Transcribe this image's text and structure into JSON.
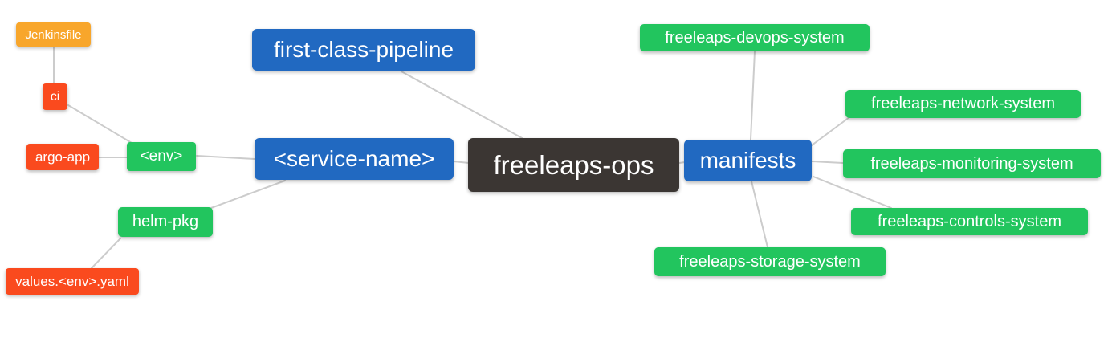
{
  "diagram": {
    "type": "mindmap",
    "root_label": "freeleaps-ops"
  },
  "palette": {
    "blue": "#2169c1",
    "green": "#22c55e",
    "red": "#fa4a1e",
    "orange": "#f8a62b",
    "dark": "#3b3633",
    "edge": "#cccccc",
    "text": "#ffffff",
    "background": "#ffffff"
  },
  "nodes": {
    "freeleaps_ops": {
      "label": "freeleaps-ops"
    },
    "first_class_pipeline": {
      "label": "first-class-pipeline"
    },
    "service_name": {
      "label": "<service-name>"
    },
    "manifests": {
      "label": "manifests"
    },
    "env": {
      "label": "<env>"
    },
    "helm_pkg": {
      "label": "helm-pkg"
    },
    "ci": {
      "label": "ci"
    },
    "argo_app": {
      "label": "argo-app"
    },
    "jenkinsfile": {
      "label": "Jenkinsfile"
    },
    "values_env_yaml": {
      "label": "values.<env>.yaml"
    },
    "devops_system": {
      "label": "freeleaps-devops-system"
    },
    "network_system": {
      "label": "freeleaps-network-system"
    },
    "monitoring_system": {
      "label": "freeleaps-monitoring-system"
    },
    "controls_system": {
      "label": "freeleaps-controls-system"
    },
    "storage_system": {
      "label": "freeleaps-storage-system"
    }
  },
  "hierarchy": {
    "label": "freeleaps-ops",
    "children": [
      {
        "label": "first-class-pipeline",
        "children": []
      },
      {
        "label": "<service-name>",
        "children": [
          {
            "label": "<env>",
            "children": [
              {
                "label": "ci",
                "children": [
                  {
                    "label": "Jenkinsfile",
                    "children": []
                  }
                ]
              },
              {
                "label": "argo-app",
                "children": []
              }
            ]
          },
          {
            "label": "helm-pkg",
            "children": [
              {
                "label": "values.<env>.yaml",
                "children": []
              }
            ]
          }
        ]
      },
      {
        "label": "manifests",
        "children": [
          {
            "label": "freeleaps-devops-system",
            "children": []
          },
          {
            "label": "freeleaps-network-system",
            "children": []
          },
          {
            "label": "freeleaps-monitoring-system",
            "children": []
          },
          {
            "label": "freeleaps-controls-system",
            "children": []
          },
          {
            "label": "freeleaps-storage-system",
            "children": []
          }
        ]
      }
    ]
  }
}
